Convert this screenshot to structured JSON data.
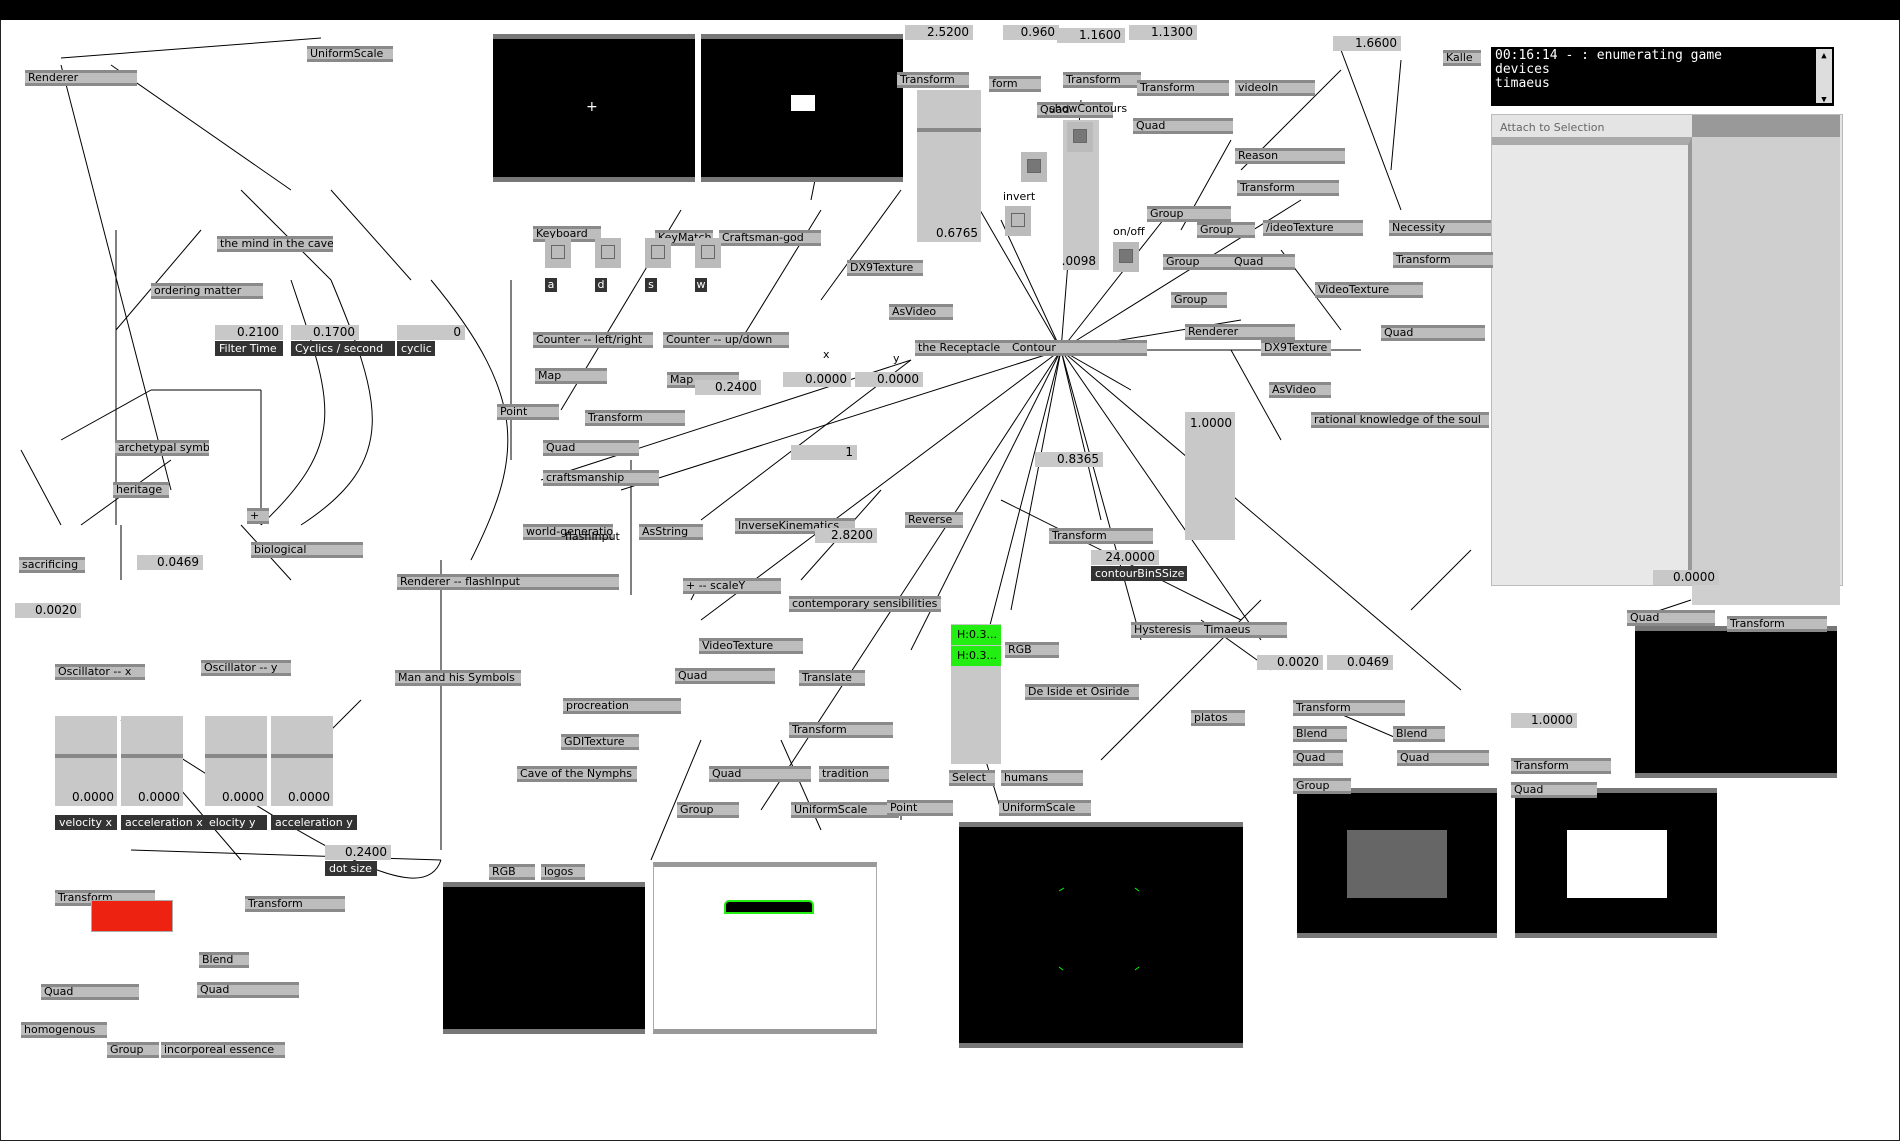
{
  "console": {
    "lines": [
      "00:16:14  -  : enumerating game",
      "devices",
      "timaeus"
    ],
    "scroll_up": "▲",
    "scroll_down": "▼"
  },
  "inspector": {
    "title": "Attach to Selection"
  },
  "colors": {
    "toggle_red": "#ee2211",
    "highlight_green": "#22ee11",
    "contour_green": "#00ff00"
  },
  "icons": {
    "crosshair": "crosshair-icon"
  },
  "nodes": [
    "UniformScale",
    "Renderer",
    "the mind in the cave",
    "ordering matter",
    "archetypal symbols",
    "heritage",
    "+",
    "biological",
    "sacrificing",
    "Oscillator -- x",
    "Oscillator -- y",
    "Transform",
    "Quad",
    "homogenous",
    "Group",
    "incorporeal essence",
    "Transform",
    "Blend",
    "Quad",
    "Man and his Symbols",
    "Renderer -- flashInput",
    "world-generation",
    "AsString",
    "Point",
    "Map",
    "Map",
    "Transform",
    "Quad",
    "craftsmanship",
    "Keyboard",
    "KeyMatch",
    "Craftsman-god",
    "Counter -- left/right",
    "Counter -- up/down",
    "procreation",
    "GDITexture",
    "Cave of the Nymphs",
    "RGB",
    "logos",
    "DX9Texture",
    "AsVideo",
    "InverseKinematics",
    "+ -- scaleY",
    "VideoTexture",
    "Quad",
    "Group",
    "contemporary sensibilities",
    "Translate",
    "Transform",
    "Quad",
    "tradition",
    "UniformScale",
    "Point",
    "the Receptacle",
    "Contour",
    "Reverse",
    "Transform",
    "RGB",
    "Select",
    "humans",
    "UniformScale",
    "De Iside et Osiride",
    "Hysteresis",
    "Timaeus",
    "platos",
    "Transform",
    "form",
    "Transform",
    "Quad",
    "Transform",
    "videoIn",
    "Quad",
    "Reason",
    "Transform",
    "Group",
    "Group",
    "/ideoTexture",
    "Group",
    "Quad",
    "Group",
    "Renderer",
    "DX9Texture",
    "AsVideo",
    "rational knowledge of the soul",
    "VideoTexture",
    "Necessity",
    "Transform",
    "Quad",
    "Kalle",
    "Transform",
    "Blend",
    "Blend",
    "Quad",
    "Quad",
    "Group",
    "Transform",
    "Quad",
    "Quad",
    "Transform"
  ],
  "numbers": {
    "filter_time": "0.2100",
    "cyclics": "0.1700",
    "cyclic": "0",
    "n0469a": "0.0469",
    "n0020a": "0.0020",
    "dotsize": "0.2400",
    "n2400b": "0.2400",
    "x": "0.0000",
    "y": "0.0000",
    "one_a": "1",
    "n28200": "2.8200",
    "n8365": "0.8365",
    "bins": "24.0000",
    "n25200": "2.5200",
    "n0960": "0.960",
    "n11600": "1.1600",
    "n11300": "1.1300",
    "n16600": "1.6600",
    "one_b": "1.0000",
    "n0020b": "0.0020",
    "n0469b": "0.0469",
    "one_c": "1.0000",
    "zero_r": "0.0000"
  },
  "dark_labels": [
    "Filter Time",
    "Cyclics / second",
    "cyclic",
    "velocity x",
    "acceleration x",
    "elocity y",
    "acceleration y",
    "dot size",
    "contourBinSSize"
  ],
  "plain_labels": {
    "x": "x",
    "y": "y",
    "invert": "invert",
    "onoff": "on/off",
    "flash": "flashInput",
    "showcontours": "showContours"
  },
  "keys": [
    "a",
    "d",
    "s",
    "w"
  ],
  "sliders": [
    "0.0000",
    "0.0000",
    "0.0000",
    "0.0000",
    "0.6765",
    ".0098",
    "1.0000"
  ],
  "hsv": [
    "H:0.3...",
    "H:0.3..."
  ]
}
